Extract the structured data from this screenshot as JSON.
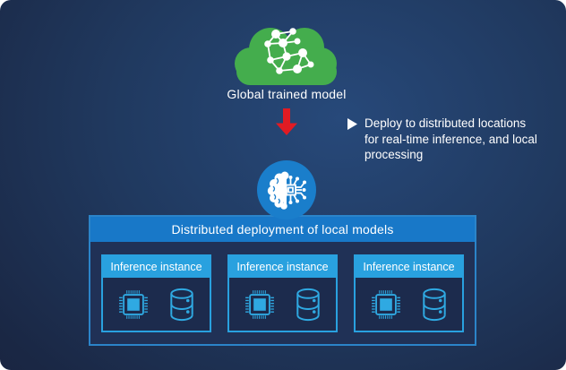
{
  "colors": {
    "background_edge": "#1a2744",
    "background_center": "#27497a",
    "cloud_green": "#44ad4d",
    "arrow_red": "#e11b23",
    "ai_circle_blue": "#1a7ecb",
    "deployment_header_blue": "#1878c8",
    "instance_header_blue": "#29a1df",
    "panel_navy": "#203156",
    "icon_blue": "#2fa9e2",
    "text_white": "#ffffff"
  },
  "global_model": {
    "label": "Global trained model",
    "icon": "cloud-network-icon"
  },
  "flow": {
    "arrow_icon": "arrow-down-icon"
  },
  "deploy_note": {
    "bullet_icon": "triangle-right-icon",
    "lines": [
      "Deploy to distributed locations",
      "for real-time inference, and local",
      "processing"
    ]
  },
  "ai_node": {
    "icon": "brain-circuit-icon"
  },
  "deployment_box": {
    "title": "Distributed deployment of local models",
    "instances": [
      {
        "label": "Inference instance",
        "icons": [
          "chip-icon",
          "database-icon"
        ]
      },
      {
        "label": "Inference instance",
        "icons": [
          "chip-icon",
          "database-icon"
        ]
      },
      {
        "label": "Inference instance",
        "icons": [
          "chip-icon",
          "database-icon"
        ]
      }
    ]
  }
}
